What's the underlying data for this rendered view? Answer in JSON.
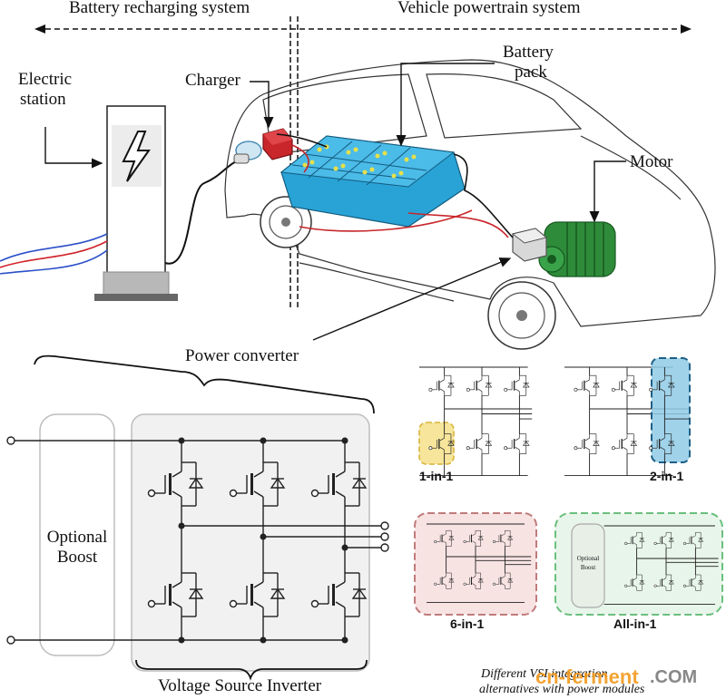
{
  "header": {
    "left_label": "Battery recharging system",
    "right_label": "Vehicle powertrain system"
  },
  "labels": {
    "station_line1": "Electric",
    "station_line2": "station",
    "charger": "Charger",
    "battery_line1": "Battery",
    "battery_line2": "pack",
    "motor": "Motor",
    "power_converter": "Power converter",
    "boost_line1": "Optional",
    "boost_line2": "Boost",
    "vsi": "Voltage Source Inverter",
    "small_boost_line1": "Optional",
    "small_boost_line2": "Boost"
  },
  "configs": {
    "one": "1-in-1",
    "two": "2-in-1",
    "six": "6-in-1",
    "all": "All-in-1"
  },
  "caption": {
    "line1": "Different VSI integration",
    "line2": "alternatives with power modules"
  },
  "watermark": {
    "prefix": "cn-ferment",
    "suffix": ".COM"
  },
  "colors": {
    "battery": "#29a3d6",
    "motor": "#2e8b3a",
    "charger": "#c8262b",
    "one_in_one": "#f2d46b",
    "two_in_one": "#3a9fd1",
    "six_in_one": "#e8aaaa",
    "all_in_one": "#6bbf7e",
    "watermark_orange": "#f39a1e"
  }
}
